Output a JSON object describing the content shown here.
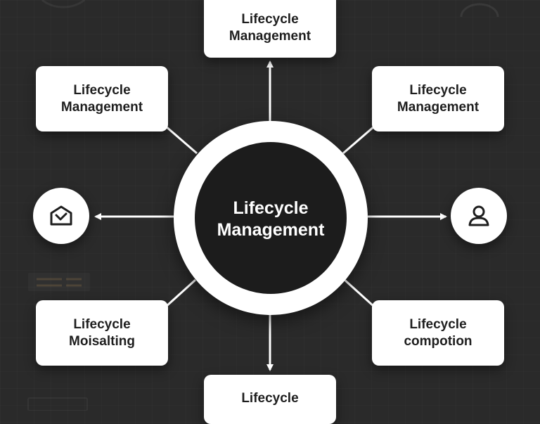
{
  "hub": {
    "label": "Lifecycle\nManagement"
  },
  "nodes": {
    "top": "Lifecycle\nManagement",
    "upper_left": "Lifecycle\nManagement",
    "upper_right": "Lifecycle\nManagement",
    "lower_left": "Lifecycle\nMoisalting",
    "lower_right": "Lifecycle\ncompotion",
    "bottom": "Lifecycle"
  },
  "icons": {
    "left": "inbox-icon",
    "right": "user-icon"
  },
  "colors": {
    "background": "#2a2a2a",
    "node_fill": "#ffffff",
    "text": "#1e1e1e",
    "hub_text": "#ffffff"
  }
}
